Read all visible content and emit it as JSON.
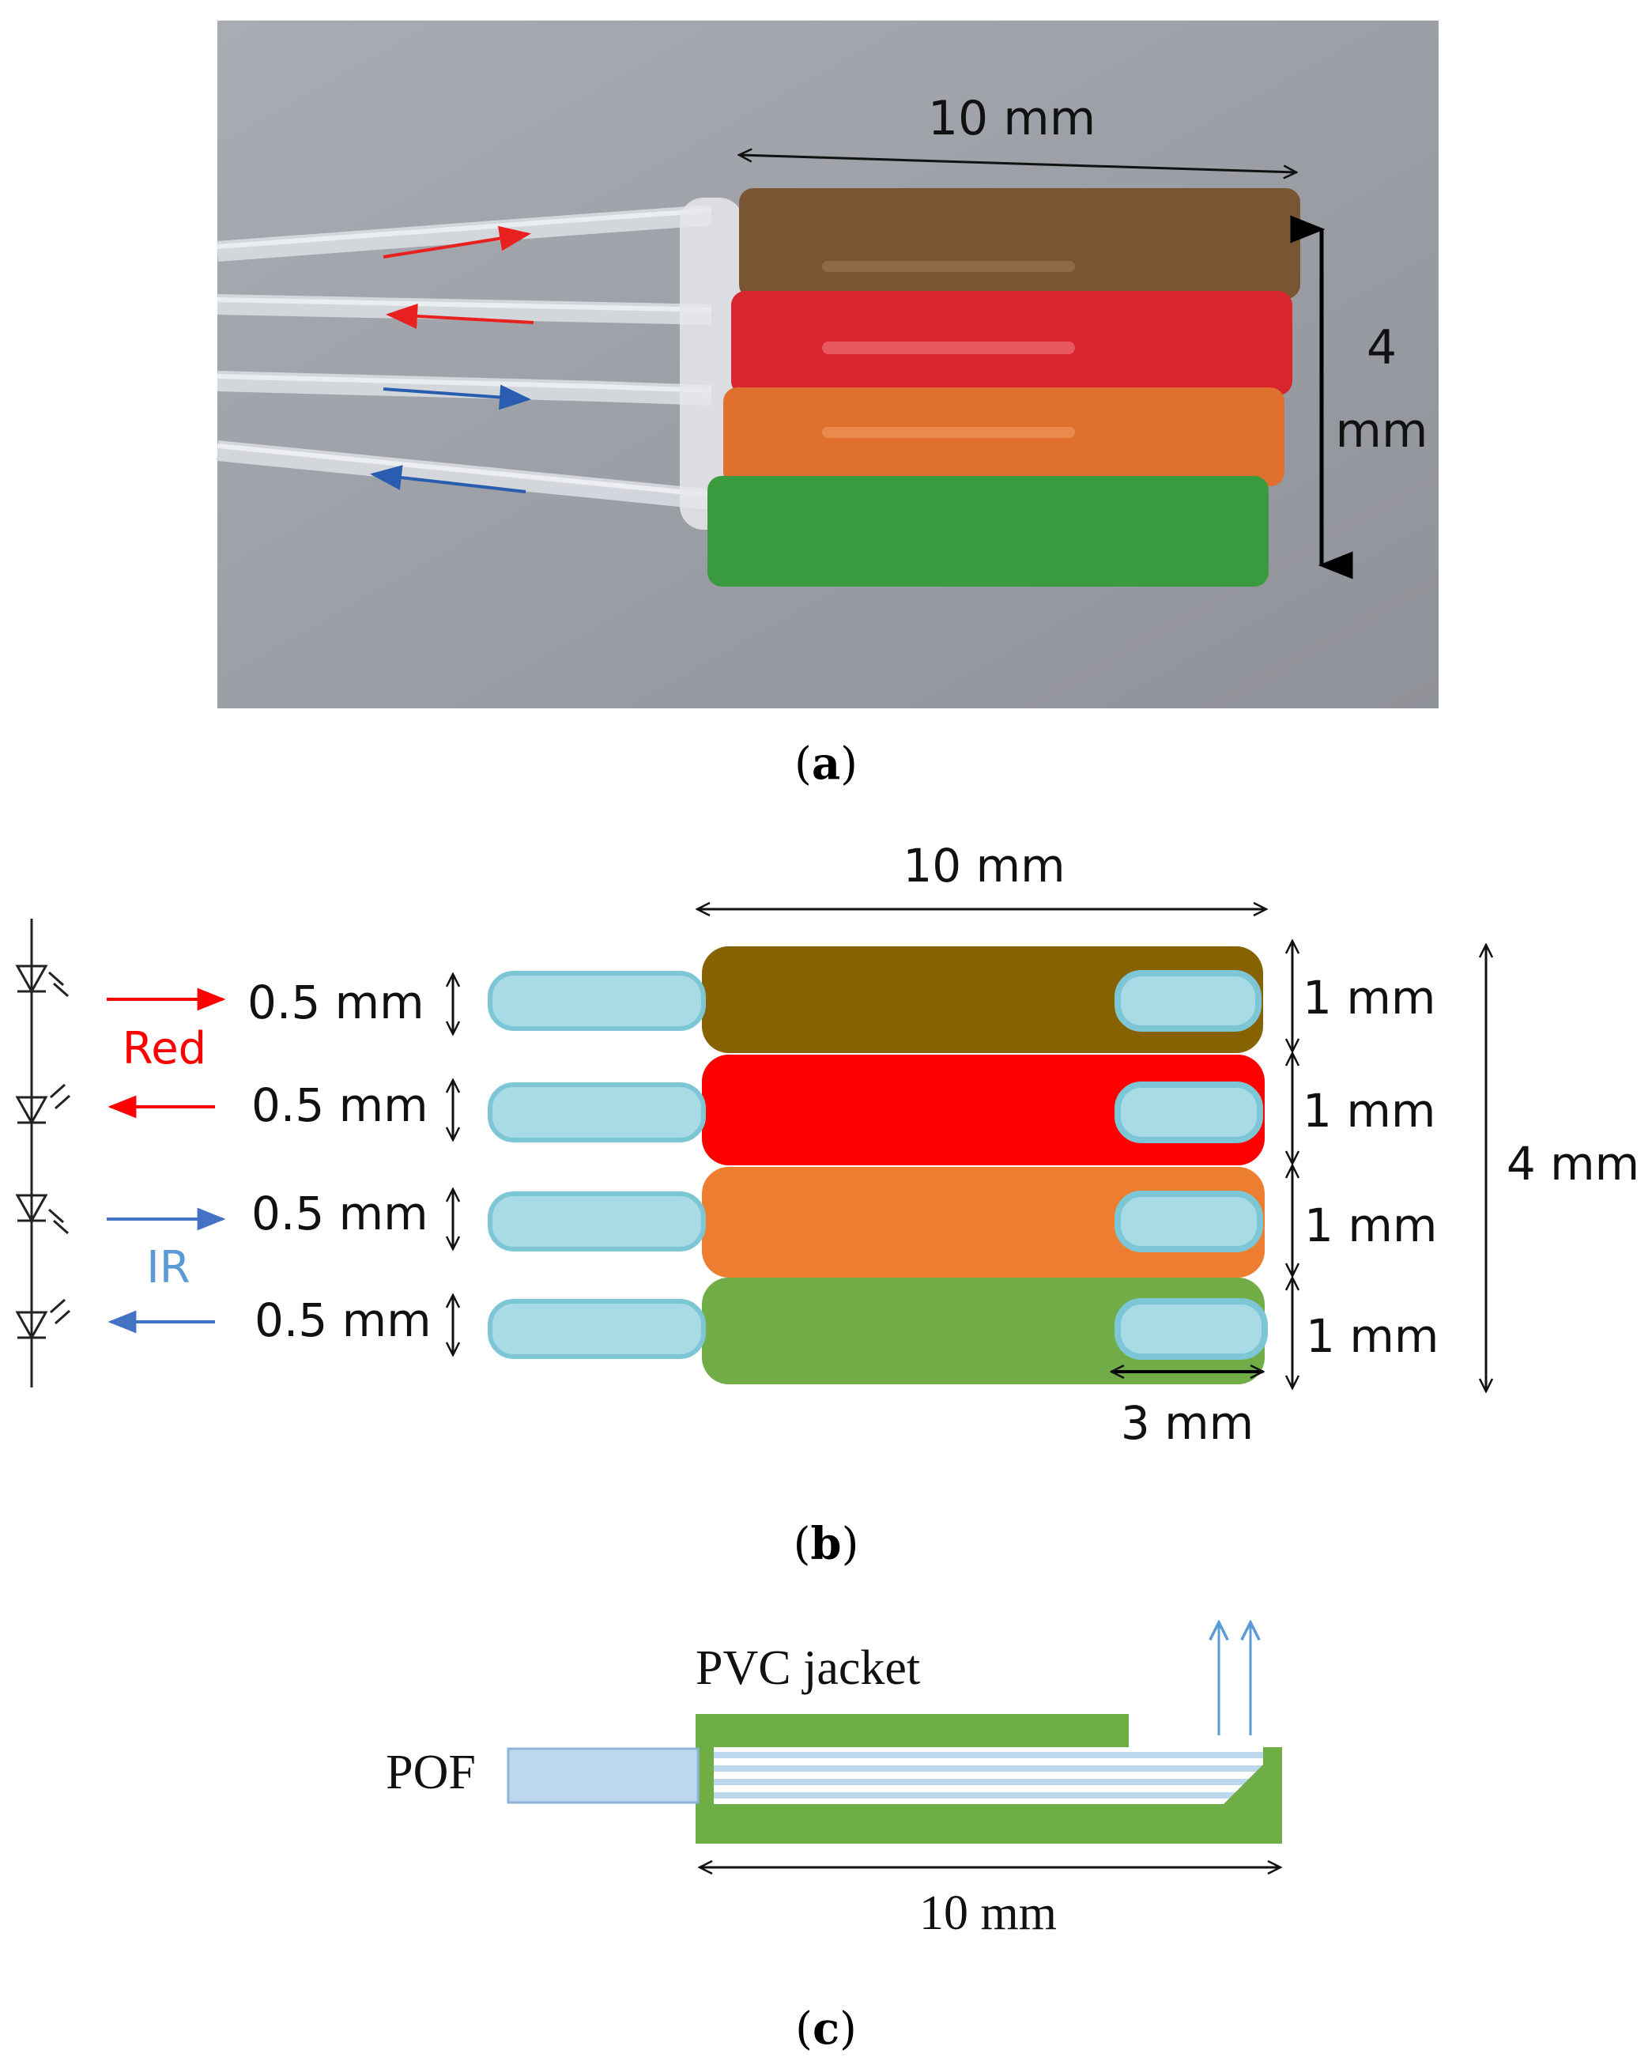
{
  "panel_a": {
    "label": "(a)",
    "label_letter": "a",
    "width_label": "10 mm",
    "height_label_1": "4",
    "height_label_2": "mm",
    "colors": {
      "background": "#9ea1a8",
      "brown": "#7a5533",
      "red": "#d8262c",
      "orange": "#e0702e",
      "green": "#3a9a3e"
    }
  },
  "panel_b": {
    "label": "(b)",
    "label_letter": "b",
    "width_label": "10 mm",
    "total_height_label": "4 mm",
    "segment_label": "3 mm",
    "red_label": "Red",
    "ir_label": "IR",
    "rows": [
      {
        "fiber_label": "0.5 mm",
        "layer_label": "1 mm",
        "color": "#866200"
      },
      {
        "fiber_label": "0.5 mm",
        "layer_label": "1 mm",
        "color": "#ff0000"
      },
      {
        "fiber_label": "0.5 mm",
        "layer_label": "1 mm",
        "color": "#ed7d31"
      },
      {
        "fiber_label": "0.5 mm",
        "layer_label": "1 mm",
        "color": "#70ad47"
      }
    ],
    "colors": {
      "fiber": "#a8dbe6",
      "fiber_edge": "#7dc6d6",
      "red_arrow": "#ff0000",
      "ir_arrow": "#4472c4",
      "ir_text": "#5b9bd5"
    }
  },
  "panel_c": {
    "label": "(c)",
    "label_letter": "c",
    "jacket_label": "PVC jacket",
    "fiber_label": "POF",
    "width_label": "10 mm",
    "colors": {
      "jacket": "#6fad46",
      "fiber": "#bdd7ee",
      "fiber_edge": "#8fb3d9",
      "arrows": "#5b9bd5"
    }
  }
}
